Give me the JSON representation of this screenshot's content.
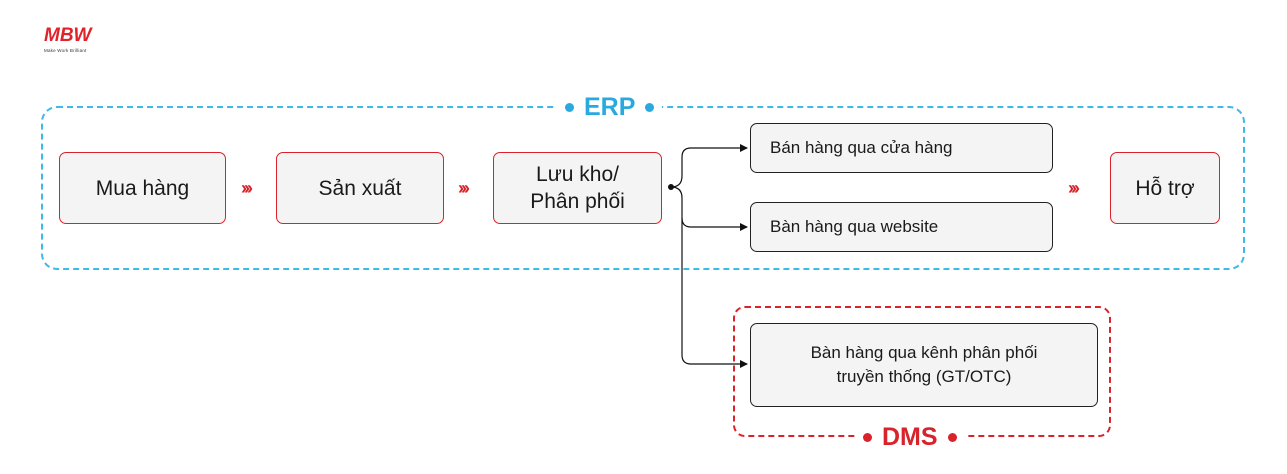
{
  "logo": {
    "mark": "MBW",
    "tagline": "Make Work Brilliant"
  },
  "frames": {
    "erp": {
      "title": "ERP",
      "color": "#2aa9de"
    },
    "dms": {
      "title": "DMS",
      "color": "#d9232b"
    }
  },
  "steps": {
    "purchase": "Mua hàng",
    "production": "Sản xuất",
    "storage_line1": "Lưu kho/",
    "storage_line2": "Phân phối",
    "support": "Hỗ trợ"
  },
  "channels": {
    "store": "Bán hàng qua cửa hàng",
    "website": "Bàn hàng qua website",
    "traditional_line1": "Bàn hàng qua kênh phân phối",
    "traditional_line2": "truyền thống (GT/OTC)"
  },
  "connectors": {
    "chevron": "›››"
  },
  "colors": {
    "accent_red": "#d9232b",
    "erp_blue": "#2aa9de",
    "box_fill": "#f4f4f4"
  }
}
